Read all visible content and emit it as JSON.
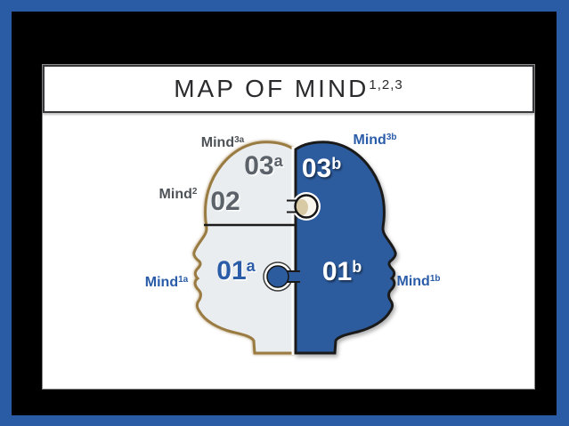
{
  "colors": {
    "outer_border_blue": "#2a5ba5",
    "frame_black": "#000000",
    "panel_white": "#ffffff",
    "head_blue": "#2d5c9e",
    "head_light": "#e9edf0",
    "head_tan_outline": "#9a7b42",
    "head_black_outline": "#1a1a1a",
    "label_gray": "#4e5358",
    "label_blue": "#2b5ca8",
    "number_gray": "#5c6269"
  },
  "title": {
    "text": "MAP OF MIND",
    "superscript": "1,2,3"
  },
  "diagram": {
    "left_head": {
      "fill": "#e9edf0",
      "outline_color": "#9a7b42",
      "sections": [
        {
          "base": "03",
          "sup": "a"
        },
        {
          "base": "02",
          "sup": ""
        },
        {
          "base": "01",
          "sup": "a"
        }
      ]
    },
    "right_head": {
      "fill": "#2d5c9e",
      "outline_color": "#1a1a1a",
      "sections": [
        {
          "base": "03",
          "sup": "b"
        },
        {
          "base": "01",
          "sup": "b"
        }
      ]
    },
    "labels": [
      {
        "base": "Mind",
        "sup": "3a",
        "color": "#4e5358"
      },
      {
        "base": "Mind",
        "sup": "3b",
        "color": "#2b5ca8"
      },
      {
        "base": "Mind",
        "sup": "2",
        "color": "#4e5358"
      },
      {
        "base": "Mind",
        "sup": "1a",
        "color": "#2b5ca8"
      },
      {
        "base": "Mind",
        "sup": "1b",
        "color": "#2b5ca8"
      }
    ]
  }
}
